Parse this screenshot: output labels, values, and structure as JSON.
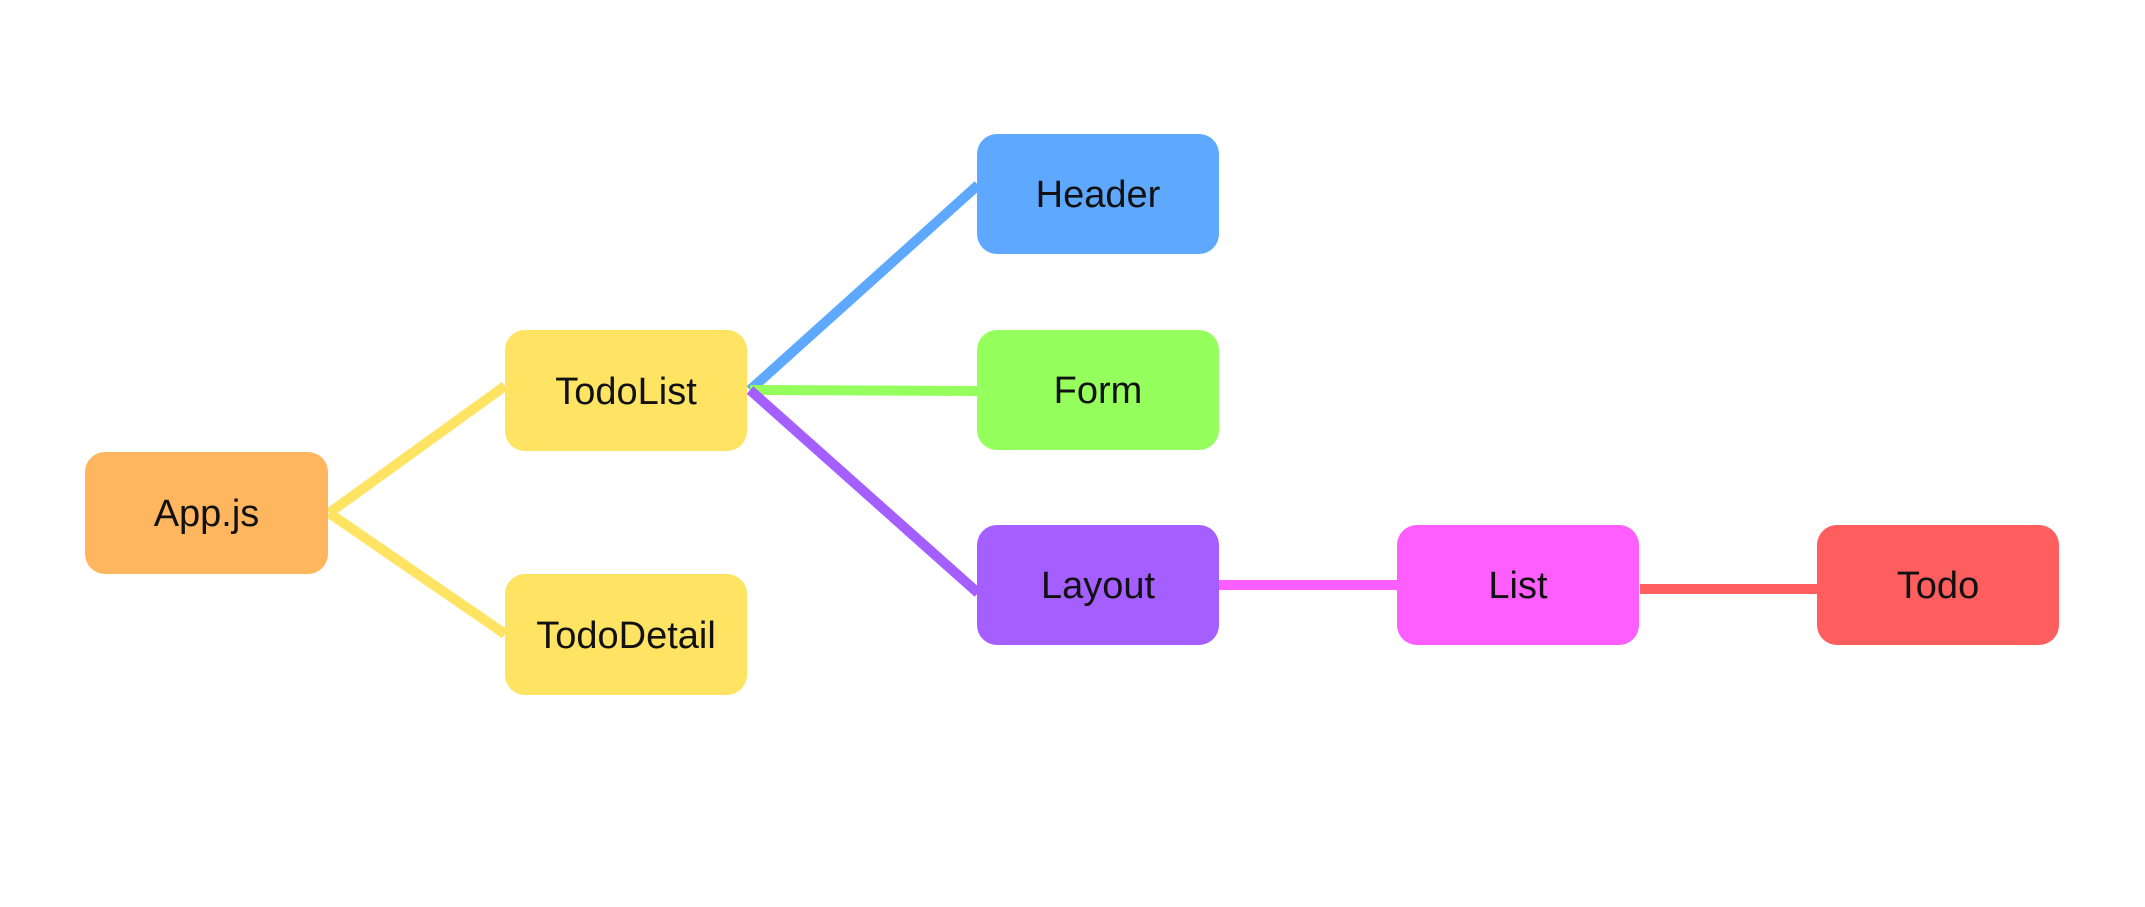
{
  "diagram": {
    "nodes": [
      {
        "id": "app",
        "label": "App.js",
        "color": "#ffb65f"
      },
      {
        "id": "todolist",
        "label": "TodoList",
        "color": "#ffe362"
      },
      {
        "id": "tododetail",
        "label": "TodoDetail",
        "color": "#ffe362"
      },
      {
        "id": "header",
        "label": "Header",
        "color": "#5ea8ff"
      },
      {
        "id": "form",
        "label": "Form",
        "color": "#95ff5e"
      },
      {
        "id": "layout",
        "label": "Layout",
        "color": "#a55eff"
      },
      {
        "id": "list",
        "label": "List",
        "color": "#ff5eff"
      },
      {
        "id": "todo",
        "label": "Todo",
        "color": "#ff5e5e"
      }
    ],
    "edges": [
      {
        "from": "app",
        "to": "todolist",
        "color": "#ffe362"
      },
      {
        "from": "app",
        "to": "tododetail",
        "color": "#ffe362"
      },
      {
        "from": "todolist",
        "to": "header",
        "color": "#5ea8ff"
      },
      {
        "from": "todolist",
        "to": "form",
        "color": "#95ff5e"
      },
      {
        "from": "todolist",
        "to": "layout",
        "color": "#a55eff"
      },
      {
        "from": "layout",
        "to": "list",
        "color": "#ff5eff"
      },
      {
        "from": "list",
        "to": "todo",
        "color": "#ff5e5e"
      }
    ]
  }
}
